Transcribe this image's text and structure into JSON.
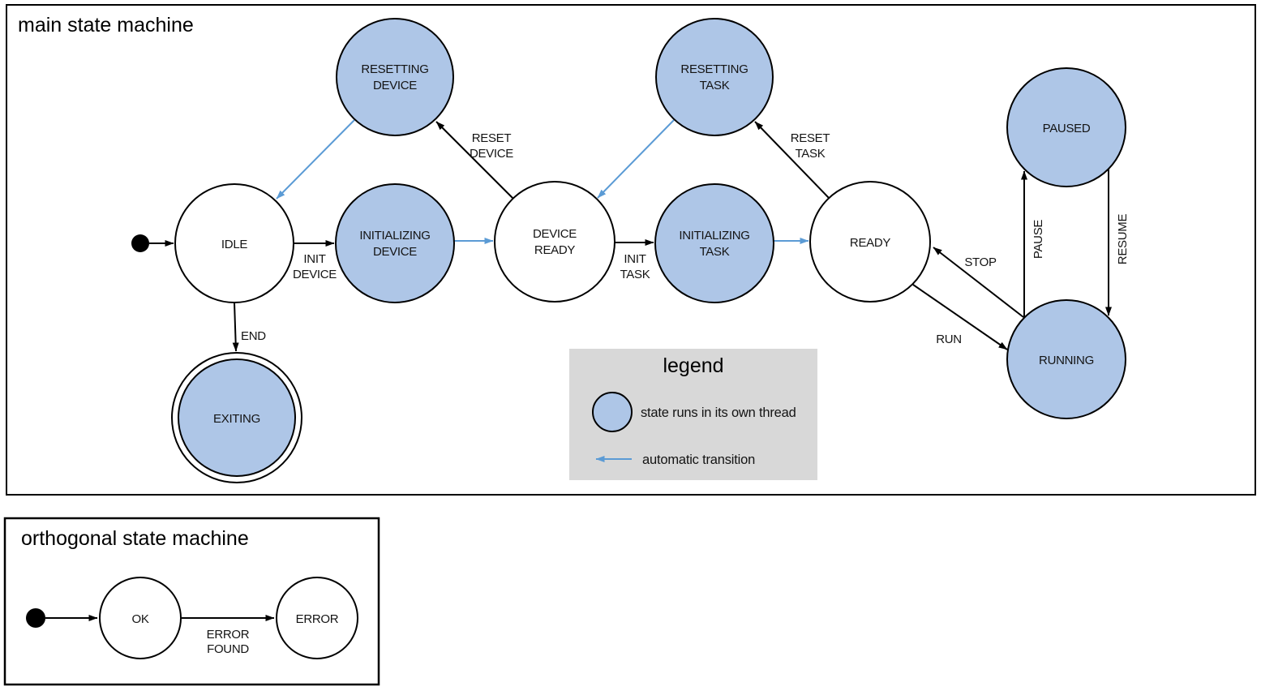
{
  "colors": {
    "threaded_state_fill": "#aec6e7",
    "plain_state_fill": "#ffffff",
    "automatic_transition": "#5b9bd5",
    "line": "#000000",
    "legend_background": "#d8d8d8"
  },
  "main_machine": {
    "title": "main state machine",
    "states": {
      "idle": {
        "label": [
          "IDLE"
        ],
        "threaded": false,
        "initial": true
      },
      "initializing_device": {
        "label": [
          "INITIALIZING",
          "DEVICE"
        ],
        "threaded": true
      },
      "device_ready": {
        "label": [
          "DEVICE",
          "READY"
        ],
        "threaded": false
      },
      "initializing_task": {
        "label": [
          "INITIALIZING",
          "TASK"
        ],
        "threaded": true
      },
      "ready": {
        "label": [
          "READY"
        ],
        "threaded": false
      },
      "resetting_device": {
        "label": [
          "RESETTING",
          "DEVICE"
        ],
        "threaded": true
      },
      "resetting_task": {
        "label": [
          "RESETTING",
          "TASK"
        ],
        "threaded": true
      },
      "paused": {
        "label": [
          "PAUSED"
        ],
        "threaded": true
      },
      "running": {
        "label": [
          "RUNNING"
        ],
        "threaded": true
      },
      "exiting": {
        "label": [
          "EXITING"
        ],
        "threaded": true,
        "final": true
      }
    },
    "transitions": {
      "start": {
        "from": "initial",
        "to": "idle",
        "label": [],
        "automatic": false
      },
      "init_device": {
        "from": "idle",
        "to": "initializing_device",
        "label": [
          "INIT",
          "DEVICE"
        ],
        "automatic": false
      },
      "initializing_device_done": {
        "from": "initializing_device",
        "to": "device_ready",
        "label": [],
        "automatic": true
      },
      "reset_device": {
        "from": "device_ready",
        "to": "resetting_device",
        "label": [
          "RESET",
          "DEVICE"
        ],
        "automatic": false
      },
      "resetting_device_done": {
        "from": "resetting_device",
        "to": "idle",
        "label": [],
        "automatic": true
      },
      "init_task": {
        "from": "device_ready",
        "to": "initializing_task",
        "label": [
          "INIT",
          "TASK"
        ],
        "automatic": false
      },
      "initializing_task_done": {
        "from": "initializing_task",
        "to": "ready",
        "label": [],
        "automatic": true
      },
      "reset_task": {
        "from": "ready",
        "to": "resetting_task",
        "label": [
          "RESET",
          "TASK"
        ],
        "automatic": false
      },
      "resetting_task_done": {
        "from": "resetting_task",
        "to": "device_ready",
        "label": [],
        "automatic": true
      },
      "run": {
        "from": "ready",
        "to": "running",
        "label": [
          "RUN"
        ],
        "automatic": false
      },
      "stop": {
        "from": "running",
        "to": "ready",
        "label": [
          "STOP"
        ],
        "automatic": false
      },
      "pause": {
        "from": "running",
        "to": "paused",
        "label": [
          "PAUSE"
        ],
        "automatic": false
      },
      "resume": {
        "from": "paused",
        "to": "running",
        "label": [
          "RESUME"
        ],
        "automatic": false
      },
      "end": {
        "from": "idle",
        "to": "exiting",
        "label": [
          "END"
        ],
        "automatic": false
      }
    }
  },
  "legend": {
    "title": "legend",
    "threaded_state_label": "state runs in its own thread",
    "automatic_transition_label": "automatic transition"
  },
  "orthogonal_machine": {
    "title": "orthogonal state machine",
    "states": {
      "ok": {
        "label": [
          "OK"
        ],
        "initial": true
      },
      "error": {
        "label": [
          "ERROR"
        ]
      }
    },
    "transitions": {
      "start": {
        "from": "initial",
        "to": "ok",
        "label": []
      },
      "error_found": {
        "from": "ok",
        "to": "error",
        "label": [
          "ERROR",
          "FOUND"
        ]
      }
    }
  }
}
